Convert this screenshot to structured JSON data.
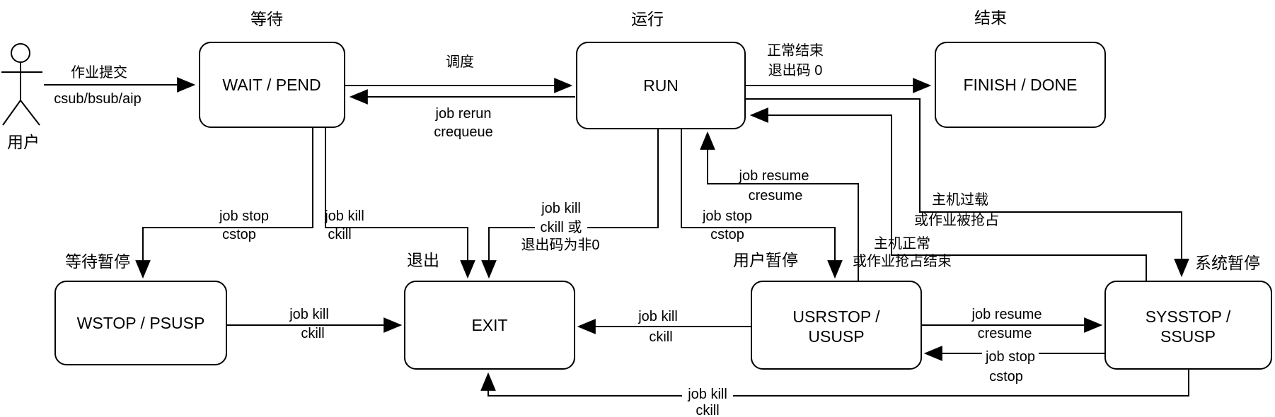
{
  "diagram": {
    "title_hint": "job state transition diagram",
    "colors": {
      "stroke": "#000000",
      "background": "#ffffff"
    },
    "actor": {
      "label": "用户"
    },
    "nodes": {
      "wait": {
        "caption": "等待",
        "label": "WAIT / PEND"
      },
      "run": {
        "caption": "运行",
        "label": "RUN"
      },
      "finish": {
        "caption": "结束",
        "label": "FINISH / DONE"
      },
      "wstop": {
        "caption": "等待暂停",
        "label": "WSTOP / PSUSP"
      },
      "exit": {
        "caption": "退出",
        "label": "EXIT"
      },
      "usrstop": {
        "caption": "用户暂停",
        "label1": "USRSTOP /",
        "label2": "USUSP"
      },
      "sysstop": {
        "caption": "系统暂停",
        "label1": "SYSSTOP /",
        "label2": "SSUSP"
      }
    },
    "edges": {
      "submit": {
        "line1": "作业提交",
        "line2": "csub/bsub/aip"
      },
      "schedule": {
        "line1": "调度"
      },
      "rerun": {
        "line1": "job rerun",
        "line2": "crequeue"
      },
      "finish_ok": {
        "line1": "正常结束",
        "line2": "退出码 0"
      },
      "wait_stop": {
        "line1": "job stop",
        "line2": "cstop"
      },
      "wait_kill": {
        "line1": "job kill",
        "line2": "ckill"
      },
      "run_exit": {
        "line1": "job kill",
        "line2": "ckill 或",
        "line3": "退出码为非0"
      },
      "run_usrstop": {
        "line1": "job stop",
        "line2": "cstop"
      },
      "usrstop_run": {
        "line1": "job resume",
        "line2": "cresume"
      },
      "overload": {
        "line1": "主机过载",
        "line2": "或作业被抢占"
      },
      "host_ok": {
        "line1": "主机正常",
        "line2": "或作业抢占结束"
      },
      "wstop_exit": {
        "line1": "job kill",
        "line2": "ckill"
      },
      "usrstop_exit": {
        "line1": "job kill",
        "line2": "ckill"
      },
      "usrstop_sysstop": {
        "line1": "job resume",
        "line2": "cresume"
      },
      "sysstop_usrstop": {
        "line1": "job stop",
        "line2": "cstop"
      },
      "sysstop_exit": {
        "line1": "job kill",
        "line2": "ckill"
      }
    }
  }
}
